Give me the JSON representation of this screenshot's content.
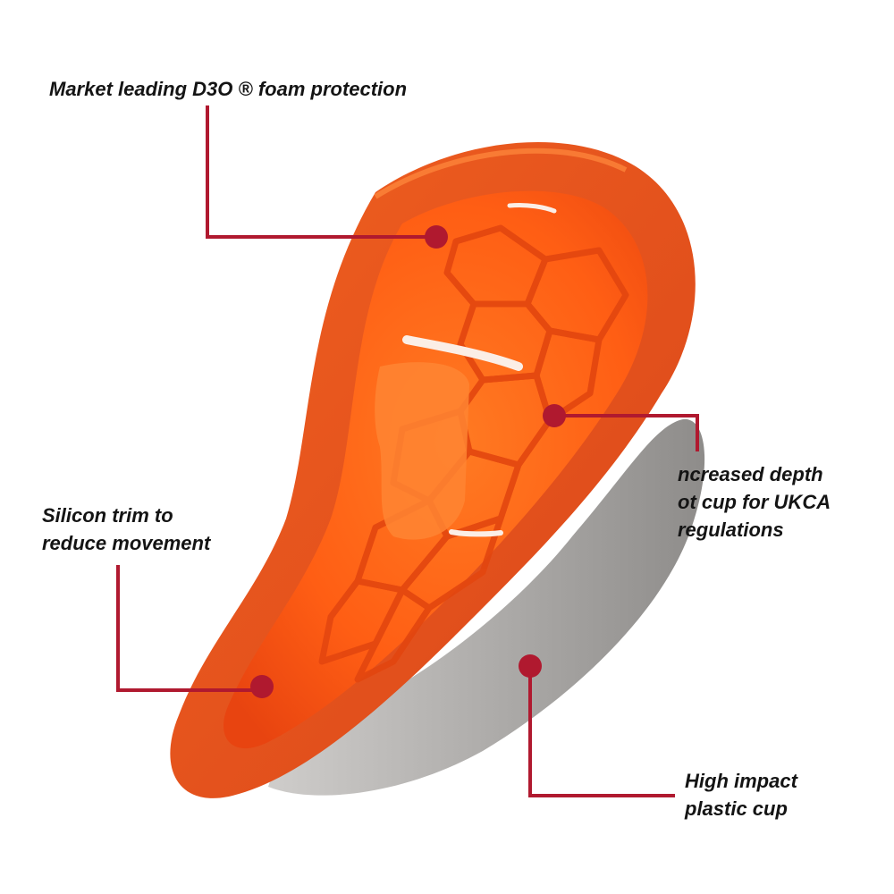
{
  "callouts": {
    "foam": {
      "lines": [
        "Market leading D3O ® foam protection"
      ]
    },
    "trim": {
      "lines": [
        "Silicon trim to",
        "reduce movement"
      ]
    },
    "depth": {
      "lines": [
        "ncreased depth",
        "ot cup for UKCA",
        "regulations"
      ]
    },
    "cup": {
      "lines": [
        "High impact",
        "plastic cup"
      ]
    }
  },
  "product": {
    "icon": "protective-cup-image",
    "colors": {
      "shell_orange": "#e8531a",
      "foam_orange": "#ff6a1c",
      "plastic_grey": "#9c9a98",
      "callout_line": "#b0192f"
    }
  }
}
